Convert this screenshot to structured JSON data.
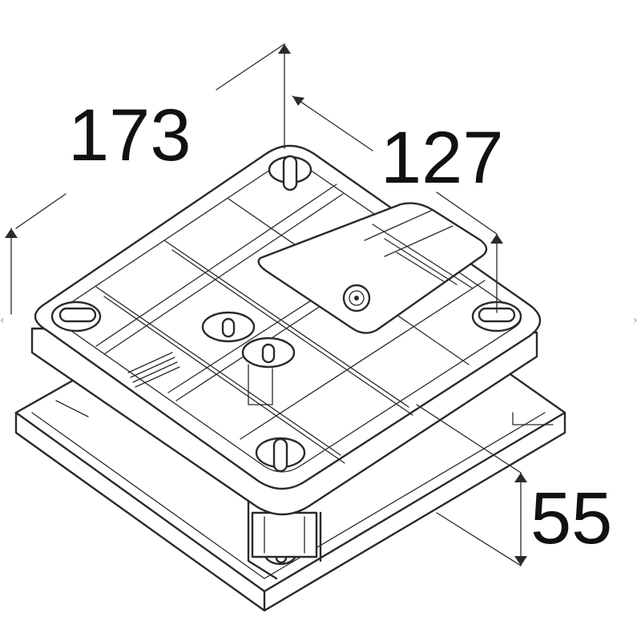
{
  "dimensions": {
    "width_label": "173",
    "depth_label": "127",
    "height_label": "55"
  },
  "nav": {
    "prev_glyph": "‹",
    "next_glyph": "›"
  },
  "colors": {
    "line": "#2a2a2a",
    "background": "#ffffff",
    "text": "#111111"
  }
}
